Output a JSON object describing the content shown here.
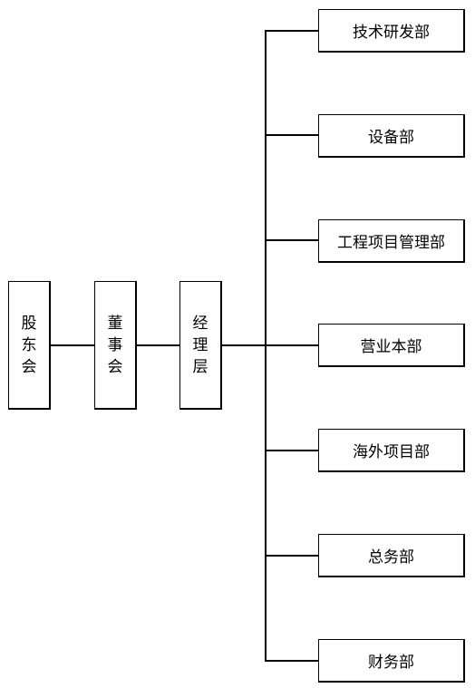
{
  "org_chart": {
    "chain": [
      {
        "label": "股东会"
      },
      {
        "label": "董事会"
      },
      {
        "label": "经理层"
      }
    ],
    "departments": [
      {
        "label": "技术研发部"
      },
      {
        "label": "设备部"
      },
      {
        "label": "工程项目管理部"
      },
      {
        "label": "营业本部"
      },
      {
        "label": "海外项目部"
      },
      {
        "label": "总务部"
      },
      {
        "label": "财务部"
      }
    ]
  }
}
